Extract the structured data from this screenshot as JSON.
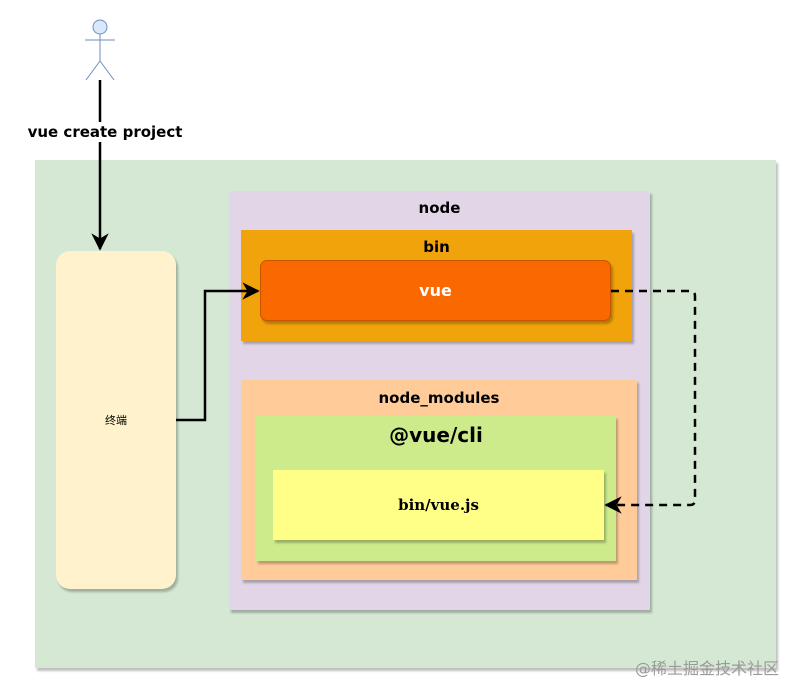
{
  "diagram": {
    "actor_label": "",
    "command_label": "vue create project",
    "terminal_label": "终端",
    "node_label": "node",
    "bin_label": "bin",
    "vue_label": "vue",
    "node_modules_label": "node_modules",
    "vue_cli_label": "@vue/cli",
    "vue_js_label": "bin/vue.js",
    "watermark": "@稀土掘金技术社区"
  },
  "colors": {
    "outer": "#d5e8d4",
    "terminal": "#fff2cc",
    "node": "#e1d5e7",
    "bin": "#f0a30a",
    "vue": "#fa6800",
    "node_modules": "#ffcc99",
    "vue_cli": "#cdeb8b",
    "vue_js": "#ffff88",
    "actor": "#dae8fc"
  }
}
